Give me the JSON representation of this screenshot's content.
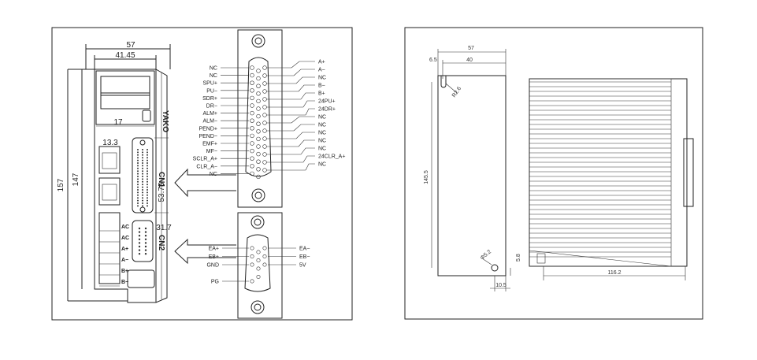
{
  "left_panel": {
    "dims": {
      "width_overall": "57",
      "width_inner": "41.45",
      "small_17": "17",
      "small_13_3": "13.3",
      "cn1_height": "53.75",
      "cn2_height": "31.7",
      "height_147": "147",
      "height_157": "157"
    },
    "brand": "YAKO",
    "cn1_label": "CN1",
    "cn2_label": "CN2",
    "terminal_labels": [
      "AC",
      "AC",
      "A+",
      "A−",
      "B+",
      "B−"
    ],
    "cn1_left_pins": [
      "NC",
      "NC",
      "SPU+",
      "PU−",
      "SDR+",
      "DR−",
      "ALM+",
      "ALM−",
      "PEND+",
      "PEND−",
      "EMF+",
      "MF−",
      "SCLR_A+",
      "CLR_A−",
      "NC"
    ],
    "cn1_right_pins": [
      "A+",
      "A−",
      "NC",
      "B−",
      "B+",
      "24PU+",
      "24DR+",
      "NC",
      "NC",
      "NC",
      "NC",
      "NC",
      "24CLR_A+",
      "NC"
    ],
    "cn2_left_pins": [
      "EA+",
      "EB+",
      "GND",
      "PG"
    ],
    "cn2_right_pins": [
      "EA−",
      "EB−",
      "5V"
    ]
  },
  "right_panel": {
    "dims": {
      "top_57": "57",
      "top_6_5": "6.5",
      "top_40": "40",
      "r2_6": "R2.6",
      "h_145_5": "145.5",
      "phi_5_2": "Φ5.2",
      "v_5_8": "5.8",
      "b_10_5": "10.5",
      "b_116_2": "116.2"
    }
  }
}
